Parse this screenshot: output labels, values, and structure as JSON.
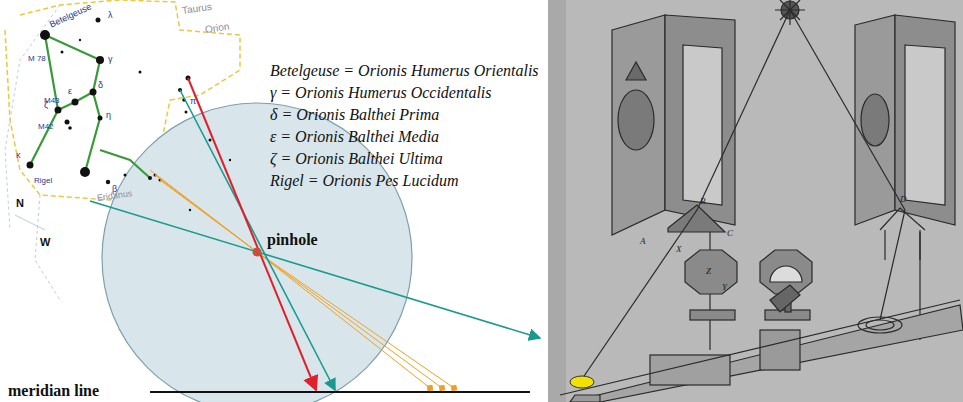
{
  "diagram": {
    "labels": [
      "Betelgeuse = Orionis Humerus Orientalis",
      "γ = Orionis Humerus Occidentalis",
      "δ = Orionis Balthei Prima",
      "ε = Orionis Balthei Media",
      "ζ = Orionis Balthei Ultima",
      "Rigel = Orionis Pes Lucidum",
      "pinhole",
      "meridian line",
      "Taurus",
      "Orion",
      "Betelgeuse",
      "M 78",
      "M43",
      "M42",
      "Rigel",
      "Eridanus",
      "N",
      "W",
      "λ",
      "γ",
      "δ",
      "ε",
      "ζ",
      "η",
      "κ",
      "β",
      "π",
      "A",
      "B",
      "C",
      "X",
      "Z",
      "Y",
      "D"
    ]
  }
}
